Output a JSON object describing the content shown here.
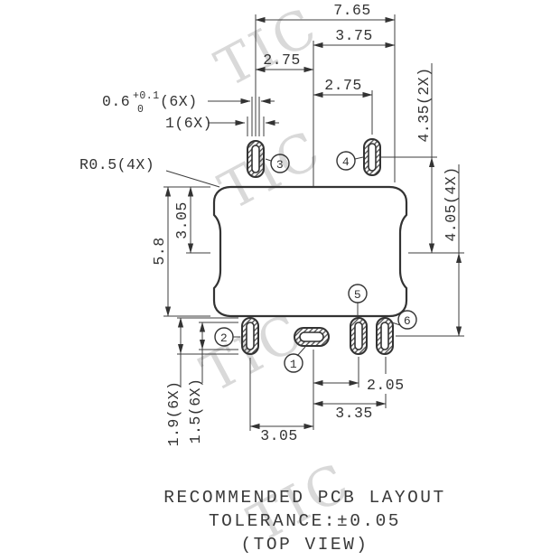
{
  "watermark": {
    "text": "TIC"
  },
  "drawing": {
    "dims": {
      "overall_width": "7.65",
      "width_3_75": "3.75",
      "pitch_left": "2.75",
      "pitch_right": "2.75",
      "slot_width": {
        "value": "0.6",
        "tol_plus": "+0.1",
        "tol_minus": "0",
        "count": "(6X)"
      },
      "pad_width": "1(6X)",
      "corner_radius": "R0.5(4X)",
      "top_pad_offset": "4.35(2X)",
      "bottom_pad_offset": "4.05(4X)",
      "body_half_height": "3.05",
      "body_height": "5.8",
      "pad_length": "1.9(6X)",
      "slot_length": "1.5(6X)",
      "pad2_offset": "3.05",
      "pad6_offset": "3.35",
      "pad5_offset": "2.05"
    },
    "pad_numbers": [
      "1",
      "2",
      "3",
      "4",
      "5",
      "6"
    ]
  },
  "footer": {
    "line1": "RECOMMENDED PCB LAYOUT",
    "line2": "TOLERANCE:±0.05",
    "line3": "(TOP VIEW)"
  }
}
